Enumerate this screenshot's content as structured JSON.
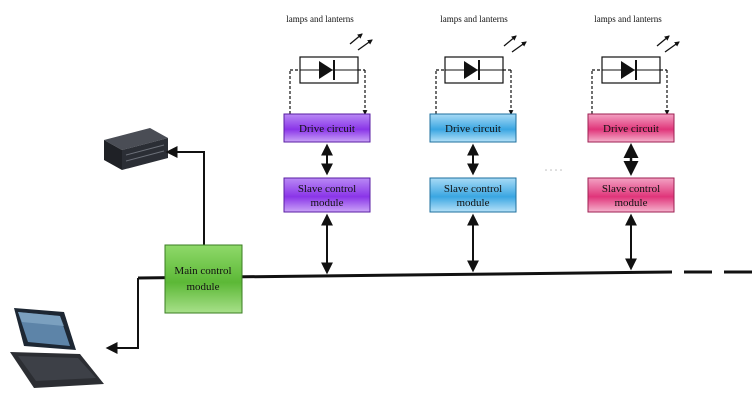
{
  "main_control": {
    "line1": "Main control",
    "line2": "module"
  },
  "branches": [
    {
      "lamp_label": "lamps and lanterns",
      "drive": "Drive circuit",
      "slave_line1": "Slave control",
      "slave_line2": "module",
      "color": "#8a35e8"
    },
    {
      "lamp_label": "lamps and lanterns",
      "drive": "Drive circuit",
      "slave_line1": "Slave control",
      "slave_line2": "module",
      "color": "#3aa6e2"
    },
    {
      "lamp_label": "lamps and lanterns",
      "drive": "Drive circuit",
      "slave_line1": "Slave control",
      "slave_line2": "module",
      "color": "#e0357a"
    }
  ],
  "colors": {
    "main_control": "#5cb836",
    "bus": "#111111"
  },
  "icons": {
    "server": "server-icon",
    "laptop": "laptop-icon",
    "lamp": "led-diode-icon"
  }
}
